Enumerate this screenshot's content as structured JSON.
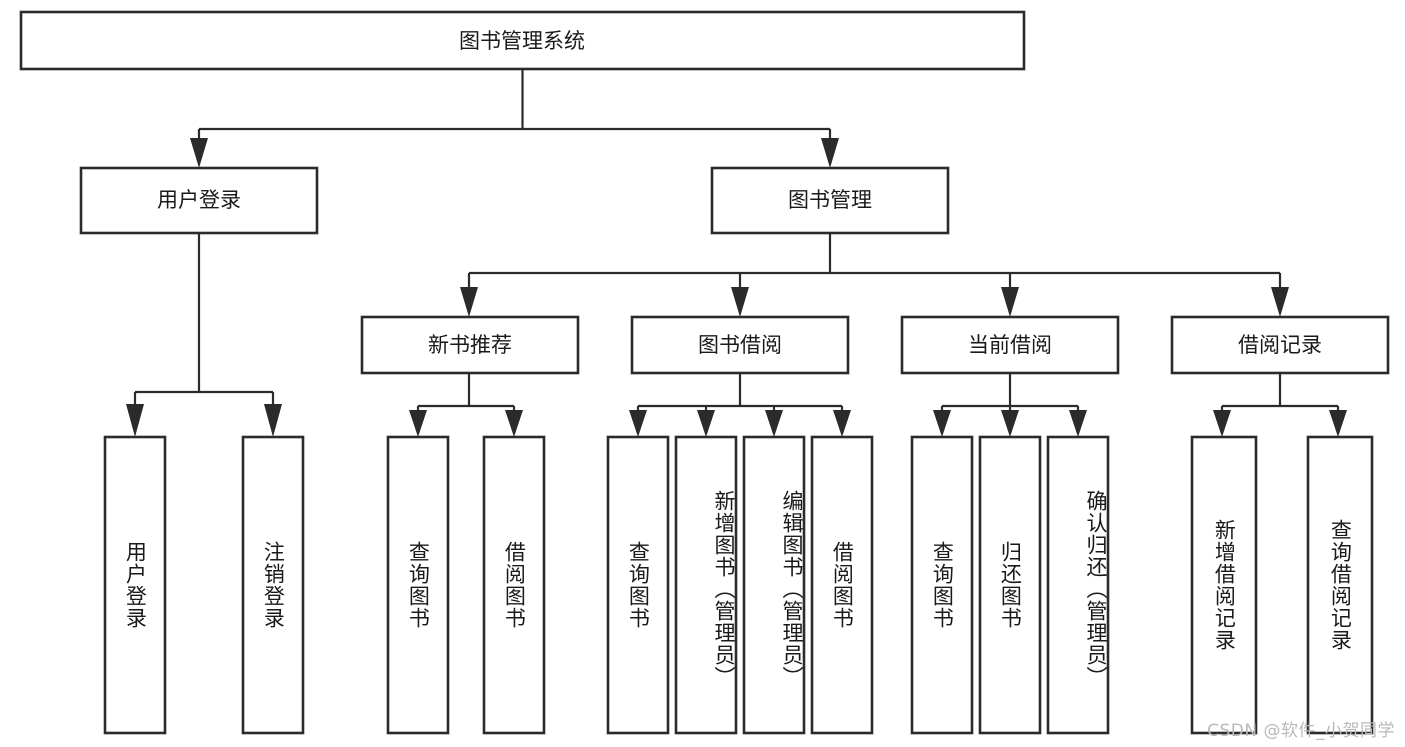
{
  "diagram": {
    "title": "图书管理系统",
    "type": "tree-hierarchy-flowchart",
    "colors": {
      "box_stroke": "#2b2b2b",
      "box_fill": "#ffffff",
      "connector": "#2b2b2b",
      "text": "#1a1a1a",
      "background": "#ffffff",
      "watermark": "#b9b9b9"
    },
    "root": {
      "label": "图书管理系统"
    },
    "level2": [
      {
        "label": "用户登录"
      },
      {
        "label": "图书管理"
      }
    ],
    "level3": [
      {
        "label": "新书推荐"
      },
      {
        "label": "图书借阅"
      },
      {
        "label": "当前借阅"
      },
      {
        "label": "借阅记录"
      }
    ],
    "leaves": {
      "user_login": [
        {
          "label": "用户登录"
        },
        {
          "label": "注销登录"
        }
      ],
      "new_book_recommend": [
        {
          "label": "查询图书"
        },
        {
          "label": "借阅图书"
        }
      ],
      "book_borrow": [
        {
          "label": "查询图书"
        },
        {
          "label": "新增图书（管理员）"
        },
        {
          "label": "编辑图书（管理员）"
        },
        {
          "label": "借阅图书"
        }
      ],
      "current_borrow": [
        {
          "label": "查询图书"
        },
        {
          "label": "归还图书"
        },
        {
          "label": "确认归还（管理员）"
        }
      ],
      "borrow_record": [
        {
          "label": "新增借阅记录"
        },
        {
          "label": "查询借阅记录"
        }
      ]
    }
  },
  "watermark": {
    "text": "CSDN @软件_小贺同学"
  }
}
